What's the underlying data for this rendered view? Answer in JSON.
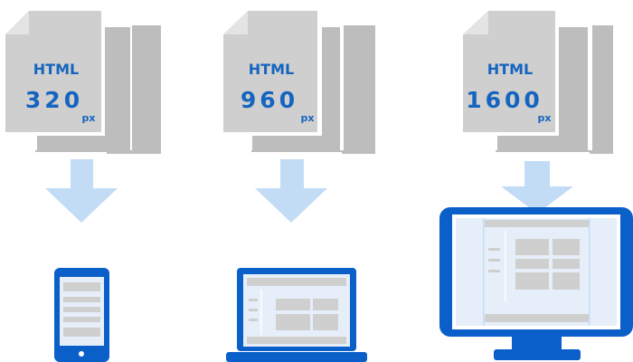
{
  "colors": {
    "blue": "#0a5fc8",
    "document_front": "#cfcfcf",
    "document_back": "#bdbdbd",
    "fold": "#e4e4e4",
    "arrow": "#c3dcf5",
    "screen_light": "#e6eff9",
    "panel_gray": "#cfcfcf"
  },
  "columns": [
    {
      "format": "HTML",
      "size": "320",
      "unit": "px",
      "device": "smartphone"
    },
    {
      "format": "HTML",
      "size": "960",
      "unit": "px",
      "device": "laptop"
    },
    {
      "format": "HTML",
      "size": "1600",
      "unit": "px",
      "device": "desktop-monitor"
    }
  ],
  "icons": [
    "file-stack-icon",
    "down-arrow-icon",
    "smartphone-icon",
    "laptop-icon",
    "desktop-monitor-icon"
  ]
}
